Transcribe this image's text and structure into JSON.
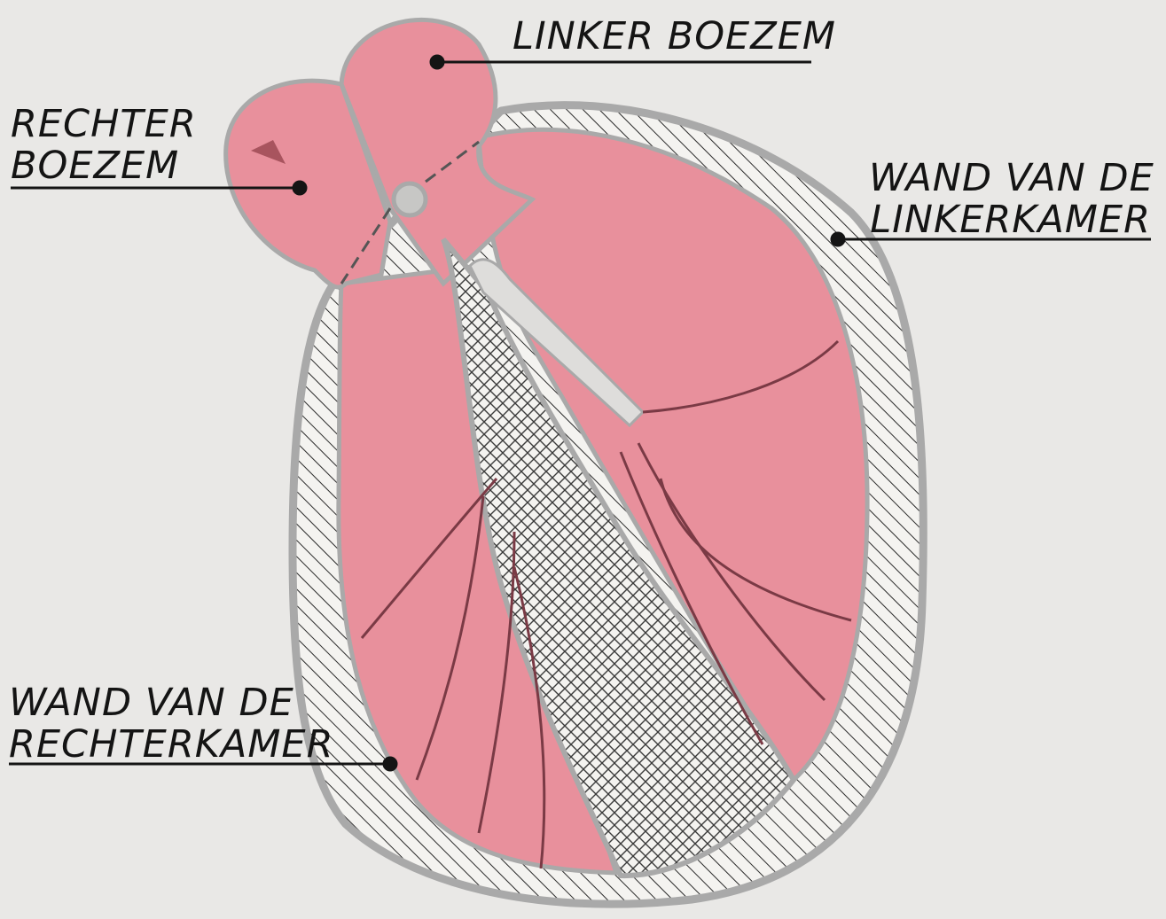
{
  "labels": {
    "left_atrium": "LINKER BOEZEM",
    "right_atrium_line1": "RECHTER",
    "right_atrium_line2": "BOEZEM",
    "left_wall_line1": "WAND VAN DE",
    "left_wall_line2": "LINKERKAMER",
    "right_wall_line1": "WAND VAN DE",
    "right_wall_line2": "RECHTERKAMER"
  },
  "colors": {
    "background": "#e9e8e6",
    "chamber": "#e8909c",
    "wall_outline": "#a9a9a9",
    "ink": "#141414"
  }
}
